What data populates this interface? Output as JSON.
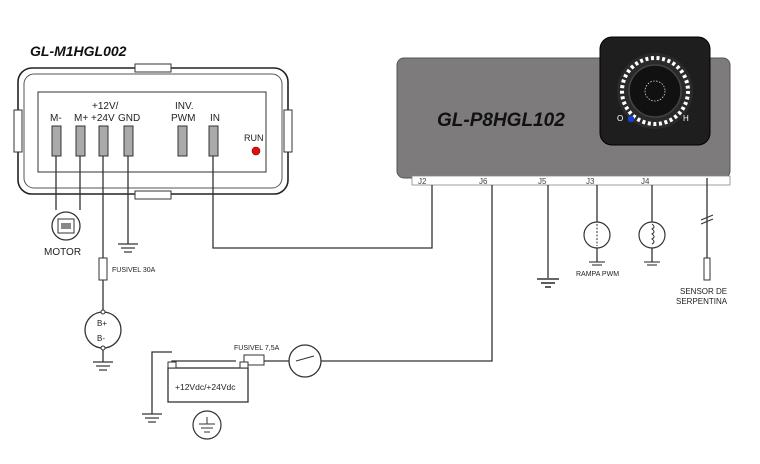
{
  "module": {
    "title": "GL-M1HGL002",
    "pins": [
      "M-",
      "M+",
      "+12V/\n+24V",
      "GND",
      "INV.\nPWM",
      "IN"
    ],
    "run_label": "RUN",
    "run_led_color": "#e01010"
  },
  "controller": {
    "title": "GL-P8HGL102",
    "connectors": [
      "J2",
      "J6",
      "J5",
      "J3",
      "J4"
    ],
    "knob_marks": [
      "O",
      "H"
    ],
    "knob_indicator_color": "#1a3fd0"
  },
  "labels": {
    "motor": "MOTOR",
    "fuse_30a": "FUSIVEL 30A",
    "battery_pos": "B+",
    "battery_neg": "B-",
    "fuse_7_5a": "FUSIVEL 7,5A",
    "battery_pack": "+12Vdc/+24Vdc",
    "rampa_pwm": "RAMPA PWM",
    "sensor_line1": "SENSOR DE",
    "sensor_line2": "SERPENTINA"
  }
}
